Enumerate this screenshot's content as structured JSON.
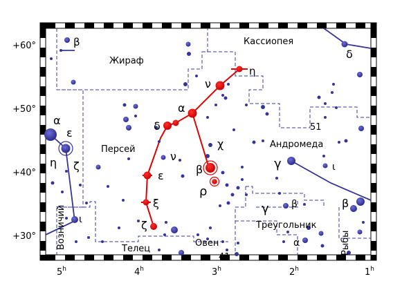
{
  "map": {
    "dec_labels": [
      "+60°",
      "+50°",
      "+40°",
      "+30°"
    ],
    "ra_labels": [
      {
        "h": "5",
        "sup": "h"
      },
      {
        "h": "4",
        "sup": "h"
      },
      {
        "h": "3",
        "sup": "h"
      },
      {
        "h": "2",
        "sup": "h"
      },
      {
        "h": "1",
        "sup": "h"
      }
    ],
    "constellations": {
      "camelopardalis": "Жираф",
      "cassiopeia": "Кассиопея",
      "perseus": "Персей",
      "andromeda": "Андромеда",
      "triangulum": "Треугольник",
      "auriga": "Возничий",
      "taurus": "Телец",
      "aries": "Овен",
      "pisces": "Рыбы"
    },
    "star_labels": {
      "cam_beta": "β",
      "cas_delta": "δ",
      "per_eta": "η",
      "per_nu_top": "ν",
      "per_alpha": "α",
      "per_delta": "δ",
      "per_chi": "χ",
      "per_nu": "ν",
      "per_beta": "β",
      "per_rho": "ρ",
      "per_epsilon": "ε",
      "per_xi": "ξ",
      "per_zeta": "ζ",
      "aur_alpha": "α",
      "aur_epsilon": "ε",
      "aur_eta": "η",
      "aur_zeta": "ζ",
      "aur_iota": "ι",
      "and_gamma": "γ",
      "and_iota": "ι",
      "and_beta": "β",
      "and_51": "51",
      "tri_gamma": "γ",
      "tri_beta": "β",
      "tri_alpha": "α",
      "ari_41": "41"
    },
    "colors": {
      "frame": "#000000",
      "boundary": "#3a3aa8",
      "star": "#34349a",
      "perseus": "#e00000"
    }
  }
}
